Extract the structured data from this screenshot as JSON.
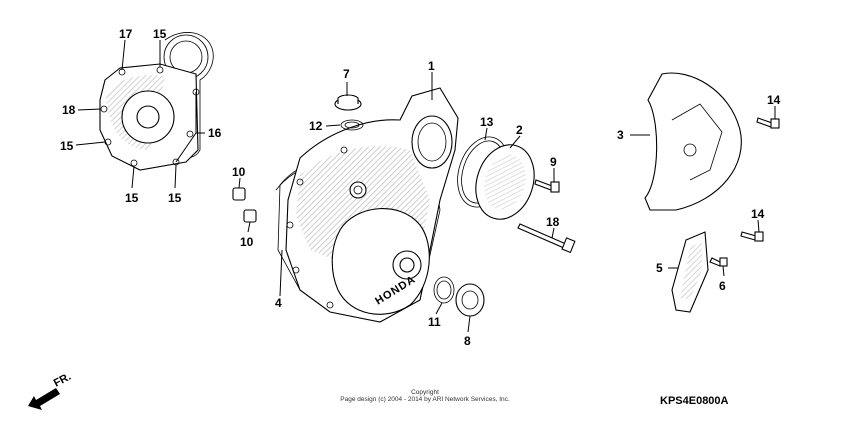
{
  "callouts": [
    {
      "id": "c1",
      "label": "1"
    },
    {
      "id": "c2",
      "label": "2"
    },
    {
      "id": "c3",
      "label": "3"
    },
    {
      "id": "c4",
      "label": "4"
    },
    {
      "id": "c5",
      "label": "5"
    },
    {
      "id": "c6",
      "label": "6"
    },
    {
      "id": "c7",
      "label": "7"
    },
    {
      "id": "c8",
      "label": "8"
    },
    {
      "id": "c9",
      "label": "9"
    },
    {
      "id": "c10a",
      "label": "10"
    },
    {
      "id": "c10b",
      "label": "10"
    },
    {
      "id": "c11",
      "label": "11"
    },
    {
      "id": "c12",
      "label": "12"
    },
    {
      "id": "c13",
      "label": "13"
    },
    {
      "id": "c14a",
      "label": "14"
    },
    {
      "id": "c14b",
      "label": "14"
    },
    {
      "id": "c15a",
      "label": "15"
    },
    {
      "id": "c15b",
      "label": "15"
    },
    {
      "id": "c15c",
      "label": "15"
    },
    {
      "id": "c15d",
      "label": "15"
    },
    {
      "id": "c16",
      "label": "16"
    },
    {
      "id": "c17",
      "label": "17"
    },
    {
      "id": "c18a",
      "label": "18"
    },
    {
      "id": "c18b",
      "label": "18"
    }
  ],
  "cover_brand": "HONDA",
  "direction_label": "FR.",
  "copyright_line1": "Copyright",
  "copyright_line2": "Page design (c) 2004 - 2014 by ARI Network Services, Inc.",
  "diagram_code": "KPS4E0800A"
}
